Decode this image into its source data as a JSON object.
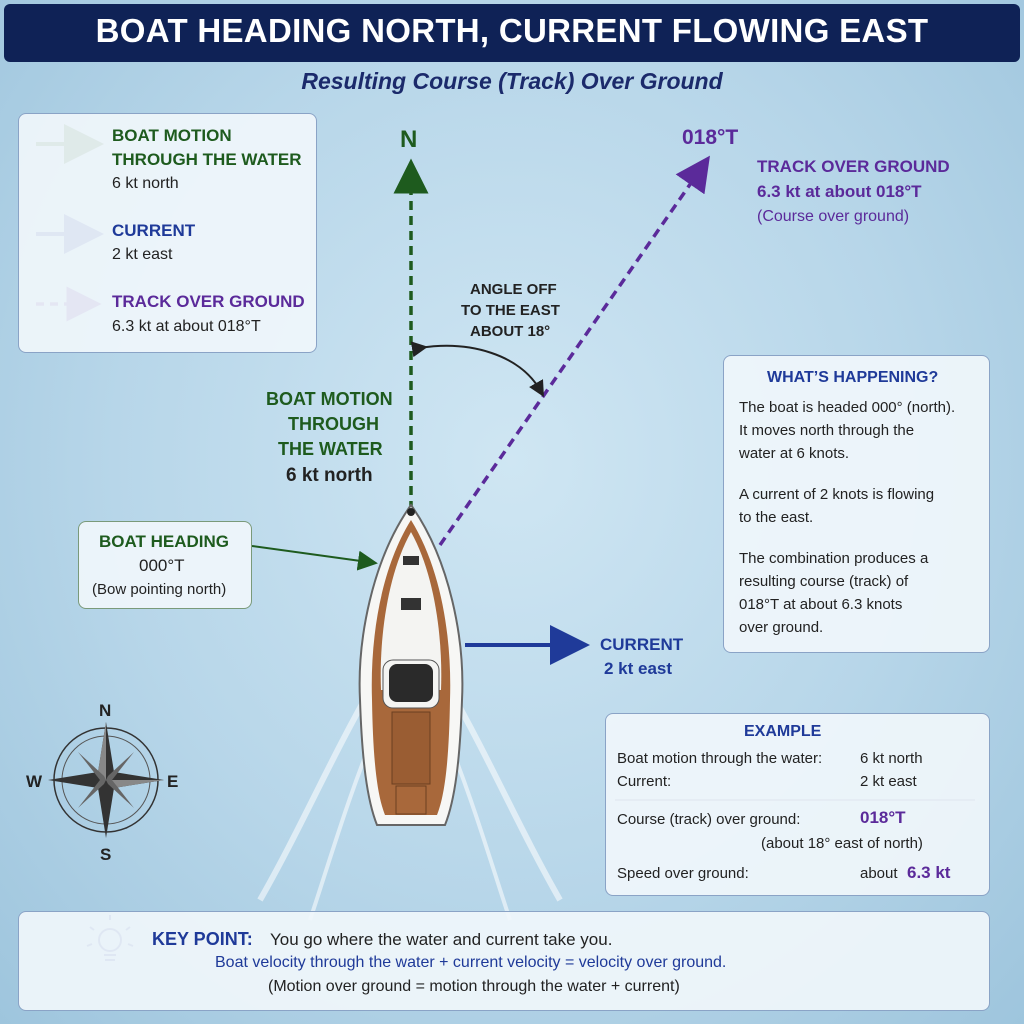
{
  "header": {
    "title": "BOAT HEADING NORTH, CURRENT FLOWING EAST",
    "subtitle": "Resulting Course (Track) Over Ground"
  },
  "legend": {
    "boat": {
      "label_line1": "BOAT MOTION",
      "label_line2": "THROUGH THE WATER",
      "value": "6 kt north",
      "color": "#1e5b1e"
    },
    "current": {
      "label": "CURRENT",
      "value": "2 kt east",
      "color": "#1f3a99"
    },
    "track": {
      "label": "TRACK OVER GROUND",
      "value": "6.3 kt at about 018°T",
      "color": "#5b2a9a"
    }
  },
  "diagram": {
    "north_label": "N",
    "track_bearing_label": "018°T",
    "track_label_title": "TRACK OVER GROUND",
    "track_label_value": "6.3 kt at about 018°T",
    "track_label_note": "(Course over ground)",
    "angle_line1": "ANGLE OFF",
    "angle_line2": "TO THE EAST",
    "angle_line3": "ABOUT 18°",
    "boat_motion_line1": "BOAT MOTION",
    "boat_motion_line2": "THROUGH",
    "boat_motion_line3": "THE WATER",
    "boat_motion_value": "6 kt north",
    "current_title": "CURRENT",
    "current_value": "2 kt east"
  },
  "heading_box": {
    "title": "BOAT HEADING",
    "value": "000°T",
    "note": "(Bow pointing north)"
  },
  "whats_happening": {
    "title": "WHAT’S HAPPENING?",
    "lines": [
      "The boat is headed 000° (north).",
      "It moves north through the",
      "water at 6 knots.",
      "A current of 2 knots is flowing",
      "to the east.",
      "The combination produces a",
      "resulting course (track) of",
      "018°T at about 6.3 knots",
      "over ground."
    ]
  },
  "example": {
    "title": "EXAMPLE",
    "boat_label": "Boat motion through the water:",
    "boat_value": "6 kt north",
    "current_label": "Current:",
    "current_value": "2 kt east",
    "course_label": "Course (track) over ground:",
    "course_value": "018°T",
    "course_note": "(about 18° east of north)",
    "speed_label": "Speed over ground:",
    "speed_prefix": "about",
    "speed_value": "6.3 kt"
  },
  "compass": {
    "n": "N",
    "s": "S",
    "e": "E",
    "w": "W"
  },
  "key_point": {
    "icon": "lightbulb-icon",
    "label": "KEY POINT:",
    "text": "You go where the water and current take you.",
    "formula": "Boat velocity through the water + current velocity = velocity over ground.",
    "note": "(Motion over ground = motion through the water + current)"
  }
}
